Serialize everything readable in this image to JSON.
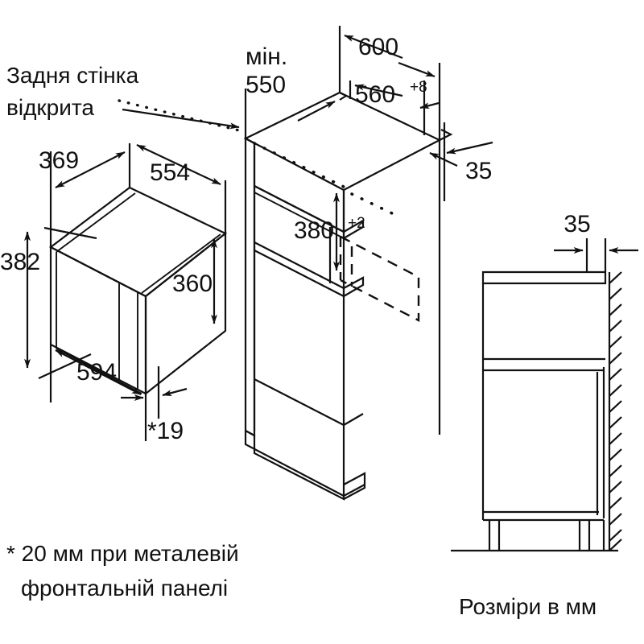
{
  "document": {
    "type": "installation-dimension-drawing",
    "product": "built-in microwave oven",
    "units_note": "Розміри в мм"
  },
  "notes": {
    "back_wall_line1": "Задня стінка",
    "back_wall_line2": "відкрита",
    "footnote_line1": "* 20 мм при металевій",
    "footnote_line2": "фронтальній панелі",
    "units": "Розміри в мм"
  },
  "labels": {
    "min_prefix": "мін.",
    "min_value": "550"
  },
  "dimensions": {
    "appliance": {
      "depth_top_left": "369",
      "width_top": "554",
      "height_front": "382",
      "height_side": "360",
      "width_front": "594",
      "front_panel_thickness": "*19"
    },
    "niche": {
      "depth_min": "550",
      "width_outer": "600",
      "width_inner": "560",
      "width_inner_tolerance": "+8",
      "niche_height": "380",
      "niche_height_tolerance": "+2",
      "side_clearance": "35"
    },
    "side_view": {
      "wall_gap": "35"
    }
  },
  "colors": {
    "line": "#111111",
    "background": "#ffffff"
  },
  "icons": {
    "arrow": "dimension-arrow",
    "hatching": "wall-hatching"
  }
}
